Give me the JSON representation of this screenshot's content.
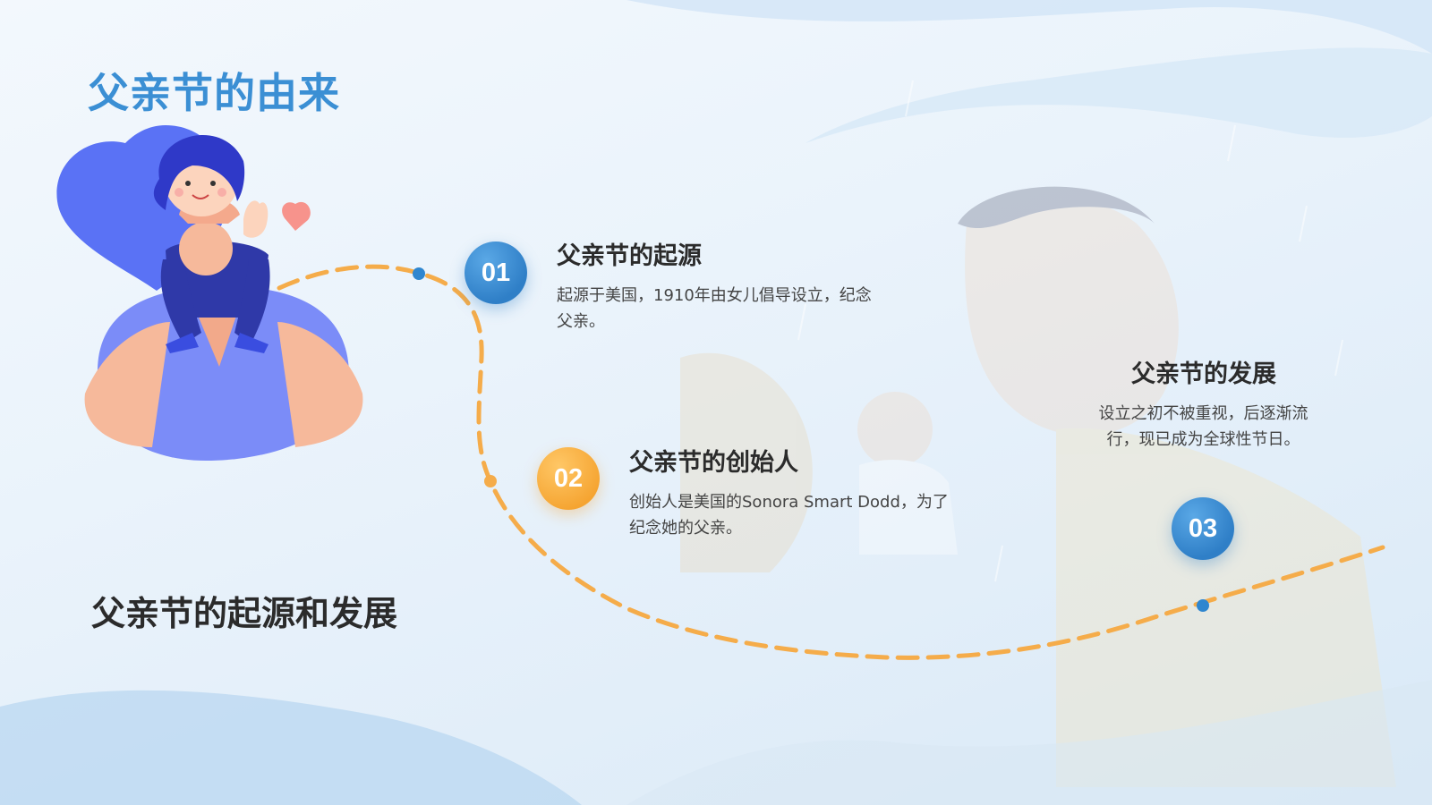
{
  "slide": {
    "title": "父亲节的由来",
    "subtitle": "父亲节的起源和发展"
  },
  "items": [
    {
      "number": "01",
      "title": "父亲节的起源",
      "description": "起源于美国，1910年由女儿倡导设立，纪念父亲。",
      "color": "#2f7fc7"
    },
    {
      "number": "02",
      "title": "父亲节的创始人",
      "description": "创始人是美国的Sonora Smart Dodd，为了纪念她的父亲。",
      "color": "#f5a431"
    },
    {
      "number": "03",
      "title": "父亲节的发展",
      "description": "设立之初不被重视，后逐渐流行，现已成为全球性节日。",
      "color": "#2f7fc7"
    }
  ],
  "colors": {
    "accent_blue": "#3b8fd4",
    "path_orange": "#f5ac4a",
    "dot_blue": "#2f86cf"
  }
}
